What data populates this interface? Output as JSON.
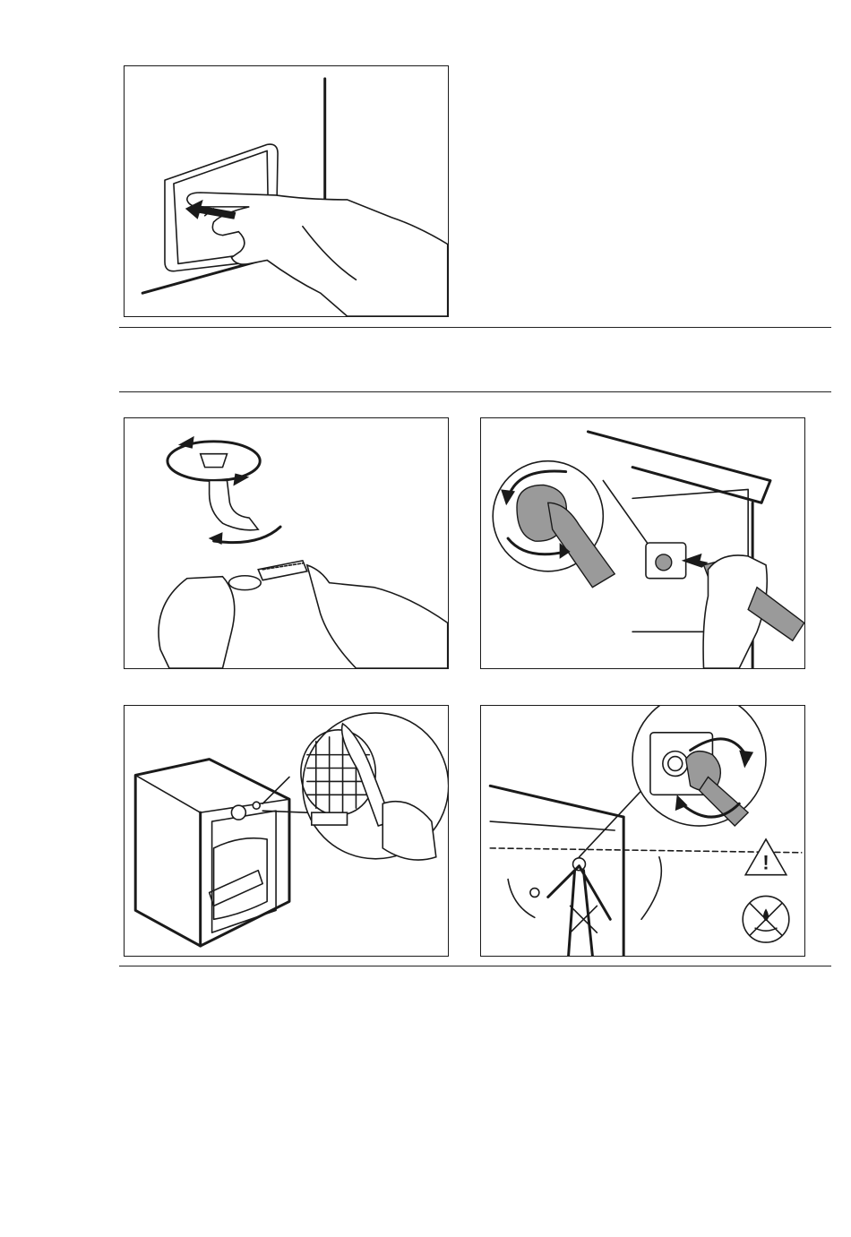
{
  "page": {
    "figures": [
      {
        "name": "figure-push-button-panel"
      },
      {
        "name": "figure-clean-tap-and-filter"
      },
      {
        "name": "figure-unscrew-inlet-hose"
      },
      {
        "name": "figure-clean-rear-filter"
      },
      {
        "name": "figure-reconnect-inlet-hose"
      }
    ]
  }
}
